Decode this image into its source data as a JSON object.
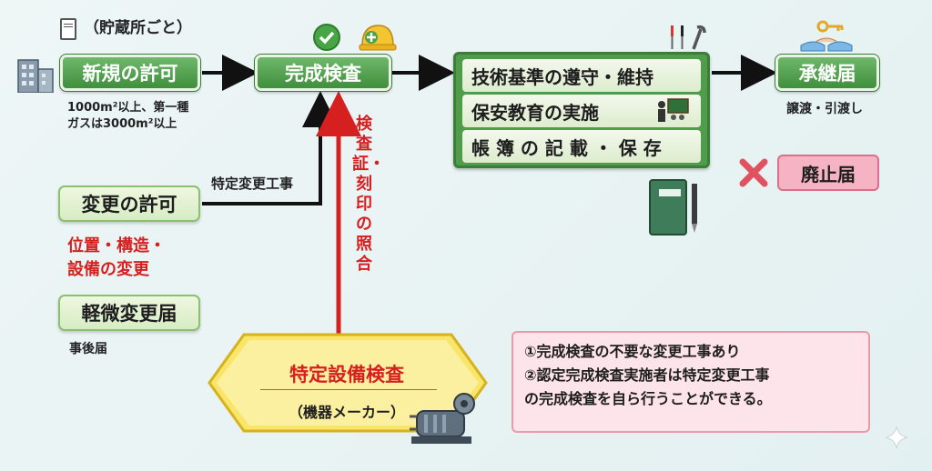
{
  "flow": {
    "storage_note": "（貯蔵所ごと）",
    "new_permit": "新規の許可",
    "new_permit_note_1": "1000m²以上、第一種",
    "new_permit_note_2": "ガスは3000m²以上",
    "completion_inspection": "完成検査",
    "technical": {
      "row1": "技術基準の遵守・維持",
      "row2": "保安教育の実施",
      "row3": "帳 簿 の 記 載 ・ 保 存"
    },
    "succession": "承継届",
    "succession_note": "譲渡・引渡し",
    "abolition": "廃止届",
    "change_permit": "変更の許可",
    "change_permit_edge": "特定変更工事",
    "change_items_1": "位置・構造・",
    "change_items_2": "設備の変更",
    "minor_change": "軽微変更届",
    "minor_change_note": "事後届",
    "certificate_check": "検査証・刻印の照合",
    "specific_equipment": "特定設備検査",
    "manufacturer": "（機器メーカー）"
  },
  "notes": {
    "line1": "①完成検査の不要な変更工事あり",
    "line2": "②認定完成検査実施者は特定変更工事",
    "line3": "の完成検査を自ら行うことができる。"
  },
  "colors": {
    "green": "#4f9c4b",
    "red": "#d62020",
    "pink": "#f6b3c4",
    "yellow": "#f7e15a"
  }
}
